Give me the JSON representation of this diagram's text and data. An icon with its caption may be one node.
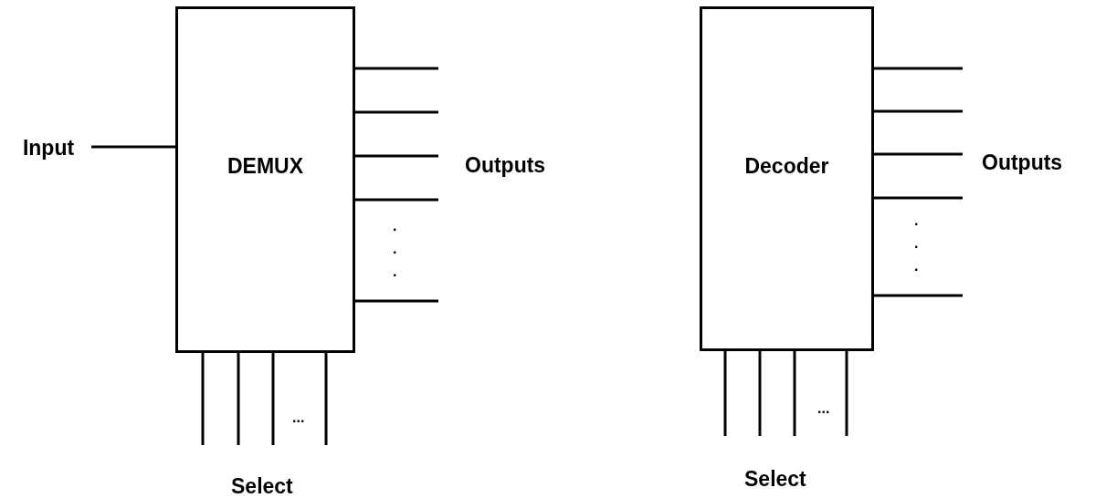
{
  "diagram": {
    "nodes": [
      {
        "text": [
          "Input"
        ]
      },
      {
        "text": [
          "DEMUX"
        ]
      },
      {
        "text": [
          "Decoder"
        ]
      }
    ],
    "edges": [
      {
        "from": 0,
        "to": 1,
        "arrow": "none"
      },
      {
        "from": 1,
        "to": null,
        "arrow": "none"
      },
      {
        "from": 1,
        "to": null,
        "arrow": "none"
      },
      {
        "from": 1,
        "to": null,
        "arrow": "none"
      },
      {
        "from": 1,
        "to": null,
        "arrow": "none"
      },
      {
        "from": 1,
        "to": null,
        "arrow": "none"
      },
      {
        "from": null,
        "to": 1,
        "arrow": "none"
      },
      {
        "from": null,
        "to": 1,
        "arrow": "none"
      },
      {
        "from": null,
        "to": 1,
        "arrow": "none"
      },
      {
        "from": null,
        "to": 1,
        "arrow": "none"
      },
      {
        "from": 2,
        "to": null,
        "arrow": "none"
      },
      {
        "from": 2,
        "to": null,
        "arrow": "none"
      },
      {
        "from": 2,
        "to": null,
        "arrow": "none"
      },
      {
        "from": 2,
        "to": null,
        "arrow": "none"
      },
      {
        "from": 2,
        "to": null,
        "arrow": "none"
      },
      {
        "from": null,
        "to": 2,
        "arrow": "none"
      },
      {
        "from": null,
        "to": 2,
        "arrow": "none"
      },
      {
        "from": null,
        "to": 2,
        "arrow": "none"
      },
      {
        "from": null,
        "to": 2,
        "arrow": "none"
      }
    ],
    "labels": [
      "Outputs",
      ".",
      ".",
      ".",
      "...",
      "Select",
      "Outputs",
      ".",
      ".",
      ".",
      "...",
      "Select"
    ]
  }
}
